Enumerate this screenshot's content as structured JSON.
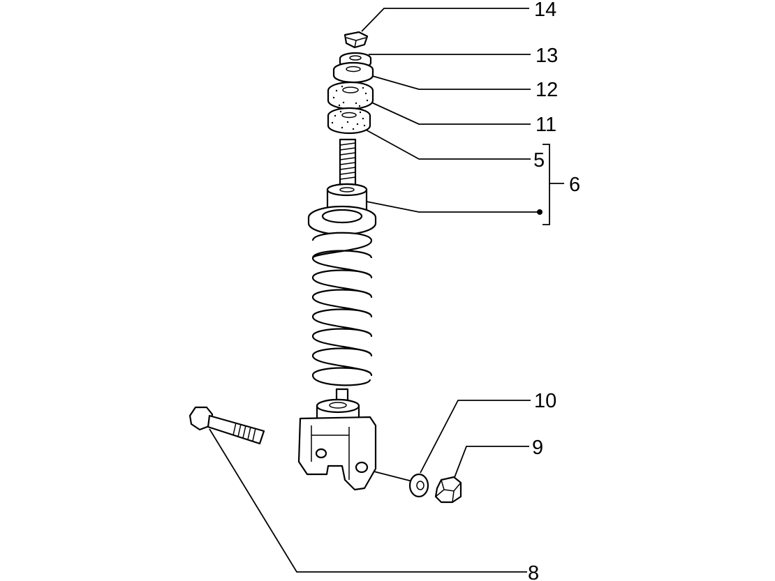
{
  "callouts": {
    "c14": "14",
    "c13": "13",
    "c12": "12",
    "c11": "11",
    "c5": "5",
    "c6": "6",
    "c10": "10",
    "c9": "9",
    "c8": "8"
  }
}
